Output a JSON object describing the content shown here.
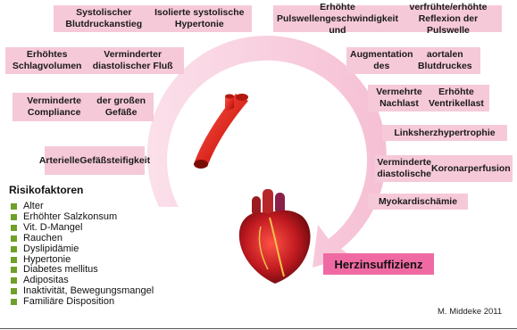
{
  "boxes": [
    {
      "id": "systolic",
      "lines": [
        "Systolischer Blutdruckanstieg",
        "Isolierte systolische Hypertonie"
      ]
    },
    {
      "id": "pwv",
      "lines": [
        "Erhöhte Pulswellengeschwindigkeit und",
        "verfrühte/erhöhte Reflexion der Pulswelle"
      ]
    },
    {
      "id": "stroke",
      "lines": [
        "Erhöhtes Schlagvolumen",
        "Verminderter diastolischer Fluß"
      ]
    },
    {
      "id": "augmentation",
      "lines": [
        "Augmentation des",
        "aortalen  Blutdruckes"
      ]
    },
    {
      "id": "compliance",
      "lines": [
        "Verminderte Compliance",
        "der großen Gefäße"
      ]
    },
    {
      "id": "afterload",
      "lines": [
        "Vermehrte Nachlast",
        "Erhöhte Ventrikellast"
      ]
    },
    {
      "id": "lvh",
      "lines": [
        "Linksherzhypertrophie"
      ]
    },
    {
      "id": "stiffness",
      "lines": [
        "Arterielle",
        "Gefäßsteifigkeit"
      ]
    },
    {
      "id": "coronary",
      "lines": [
        "Verminderte diastolische",
        "Koronarperfusion"
      ]
    },
    {
      "id": "ischemia",
      "lines": [
        "Myokardischämie"
      ]
    }
  ],
  "risk": {
    "title": "Risikofaktoren",
    "items": [
      "Alter",
      "Erhöhter Salzkonsum",
      "Vit. D-Mangel",
      "Rauchen",
      "Dyslipidämie",
      "Hypertonie",
      "Diabetes mellitus",
      "Adipositas",
      "Inaktivität, Bewegungsmangel",
      "Familiäre Disposition"
    ]
  },
  "final_label": "Herzinsuffizienz",
  "credit": "M. Middeke 2011",
  "colors": {
    "box": "#f6c9d8",
    "final": "#ef6aa3",
    "bullet": "#6ea02a",
    "arc": "#f9d3e1",
    "artery": "#d8241c",
    "heart": "#c01a20"
  }
}
